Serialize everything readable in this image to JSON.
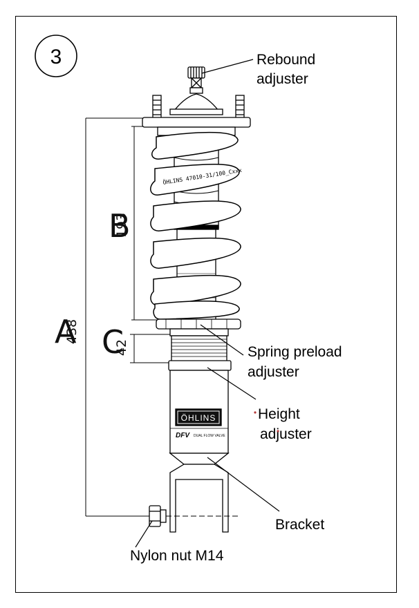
{
  "step_number": "3",
  "callouts": {
    "rebound": [
      "Rebound",
      "adjuster"
    ],
    "spring_preload": [
      "Spring preload",
      "adjuster"
    ],
    "height": [
      "Height",
      "adjuster"
    ],
    "bracket": "Bracket",
    "nylon_nut": "Nylon nut M14"
  },
  "dimensions": {
    "A": {
      "letter": "A",
      "value": "438"
    },
    "B": {
      "letter": "B",
      "value": "193"
    },
    "C": {
      "letter": "C",
      "value": "42"
    }
  },
  "product": {
    "brand_badge": "ÖHLINS",
    "badge_subtitle": "DFV",
    "badge_tagline": "DUAL FLOW VALVE",
    "spring_text": "ÖHLINS 47010-31/100_Cxxx"
  },
  "colors": {
    "line": "#000000",
    "badge_bg": "#111111",
    "badge_text": "#ffffff",
    "stray_mark": "#b53a3a"
  }
}
